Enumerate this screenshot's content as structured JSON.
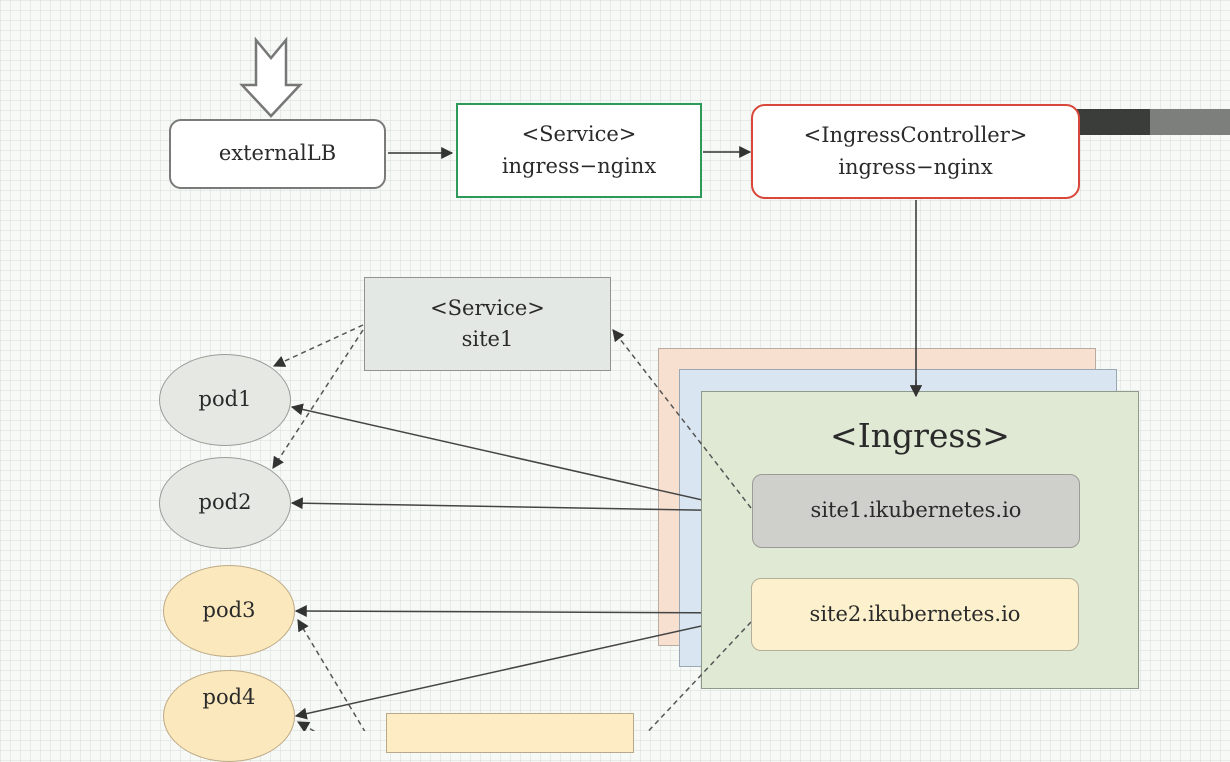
{
  "diagram": {
    "nodes": {
      "external_lb": {
        "label": "externalLB"
      },
      "service_ingress_nginx": {
        "line1": "<Service>",
        "line2": "ingress−nginx"
      },
      "ingress_controller": {
        "line1": "<IngressController>",
        "line2": "ingress−nginx"
      },
      "service_site1": {
        "line1": "<Service>",
        "line2": "site1"
      },
      "ingress": {
        "title": "<Ingress>"
      },
      "rule_site1": {
        "label": "site1.ikubernetes.io"
      },
      "rule_site2": {
        "label": "site2.ikubernetes.io"
      },
      "pod1": {
        "label": "pod1"
      },
      "pod2": {
        "label": "pod2"
      },
      "pod3": {
        "label": "pod3"
      },
      "pod4": {
        "label": "pod4"
      }
    },
    "colors": {
      "service_ingress_border": "#2e9a5a",
      "controller_border": "#d9463a",
      "service_site1_fill": "#e4e8e4",
      "ingress_fill": "#dfe9d4",
      "ingress_back1_fill": "#d9e6f2",
      "ingress_back2_fill": "#f8e0d0",
      "rule_site1_fill": "#cfd0cc",
      "rule_site2_fill": "#fdf0cc",
      "pod_gray_fill": "#e6e8e4",
      "pod_yellow_fill": "#fbe8bd",
      "service_site2_fill": "#fdecc4"
    },
    "edges": [
      {
        "from": "internet",
        "to": "externalLB",
        "style": "hollow-arrow"
      },
      {
        "from": "externalLB",
        "to": "service-ingress-nginx",
        "style": "solid"
      },
      {
        "from": "service-ingress-nginx",
        "to": "ingress-controller",
        "style": "solid"
      },
      {
        "from": "ingress-controller",
        "to": "ingress",
        "style": "solid"
      },
      {
        "from": "rule-site1",
        "to": "pod1",
        "style": "solid"
      },
      {
        "from": "rule-site1",
        "to": "pod2",
        "style": "solid"
      },
      {
        "from": "rule-site2",
        "to": "pod3",
        "style": "solid"
      },
      {
        "from": "rule-site2",
        "to": "pod4",
        "style": "solid"
      },
      {
        "from": "rule-site1",
        "to": "service-site1",
        "style": "dashed"
      },
      {
        "from": "service-site1",
        "to": "pod1",
        "style": "dashed"
      },
      {
        "from": "service-site1",
        "to": "pod2",
        "style": "dashed"
      },
      {
        "from": "service-site2",
        "to": "pod3",
        "style": "dashed"
      },
      {
        "from": "service-site2",
        "to": "pod4",
        "style": "dashed"
      },
      {
        "from": "rule-site2",
        "to": "service-site2",
        "style": "dashed"
      }
    ]
  }
}
